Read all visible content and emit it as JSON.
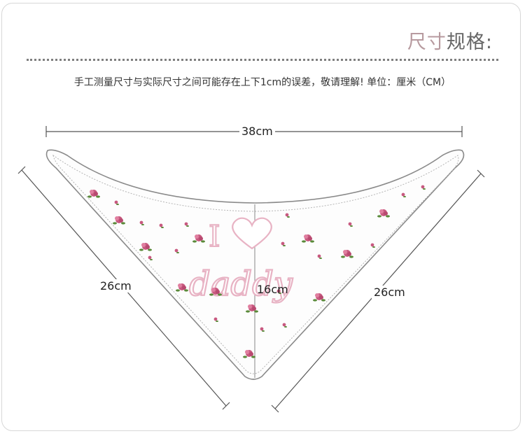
{
  "title": {
    "part1": "尺寸",
    "part2": "规格:"
  },
  "note": "手工测量尺寸与实际尺寸之间可能存在上下1cm的误差，敬请理解!  单位：厘米（CM）",
  "dimensions": {
    "top_width": "38cm",
    "left_side": "26cm",
    "right_side": "26cm",
    "height": "16cm"
  },
  "product_print": {
    "line1": "I",
    "line2": "daddy"
  },
  "colors": {
    "accent_title": "#b79a9f",
    "text": "#333333",
    "print_pink": "#e8b3c4",
    "rose": "#c85a80"
  }
}
